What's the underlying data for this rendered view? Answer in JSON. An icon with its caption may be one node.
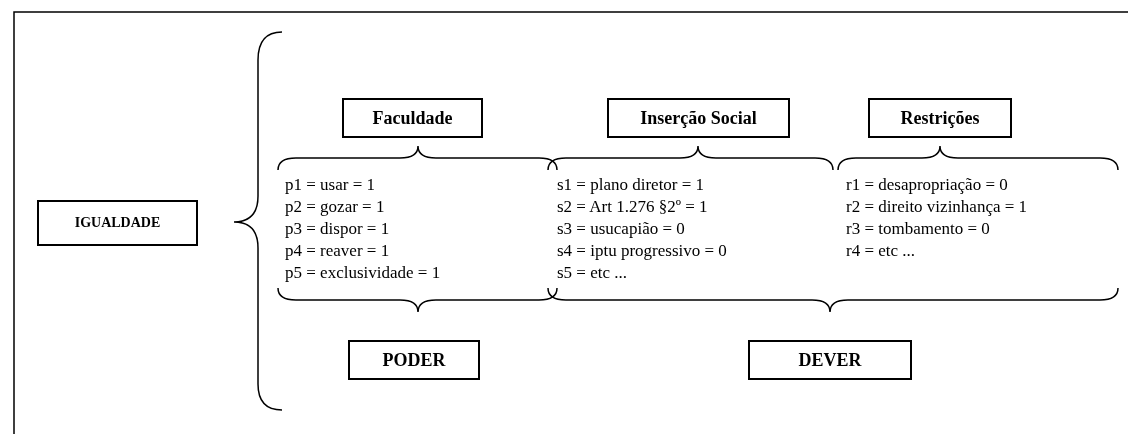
{
  "diagram": {
    "nodes": [
      {
        "text": [
          "IGUALDADE"
        ]
      },
      {
        "text": [
          "Faculdade"
        ]
      },
      {
        "text": [
          "Inserção Social"
        ]
      },
      {
        "text": [
          "Restrições"
        ]
      },
      {
        "text": [
          "PODER"
        ]
      },
      {
        "text": [
          "DEVER"
        ]
      }
    ],
    "edges": [],
    "labels": [
      "p1 = usar = 1",
      "p2 = gozar = 1",
      "p3 = dispor = 1",
      "p4 = reaver = 1",
      "p5 = exclusividade = 1",
      "s1 = plano diretor = 1",
      "s2 = Art 1.276 §2º = 1",
      "s3 = usucapião = 0",
      "s4 = iptu progressivo = 0",
      "s5 = etc ...",
      "r1 = desapropriação = 0",
      "r2 = direito vizinhança = 1",
      "r3 = tombamento = 0",
      "r4 = etc ..."
    ]
  }
}
